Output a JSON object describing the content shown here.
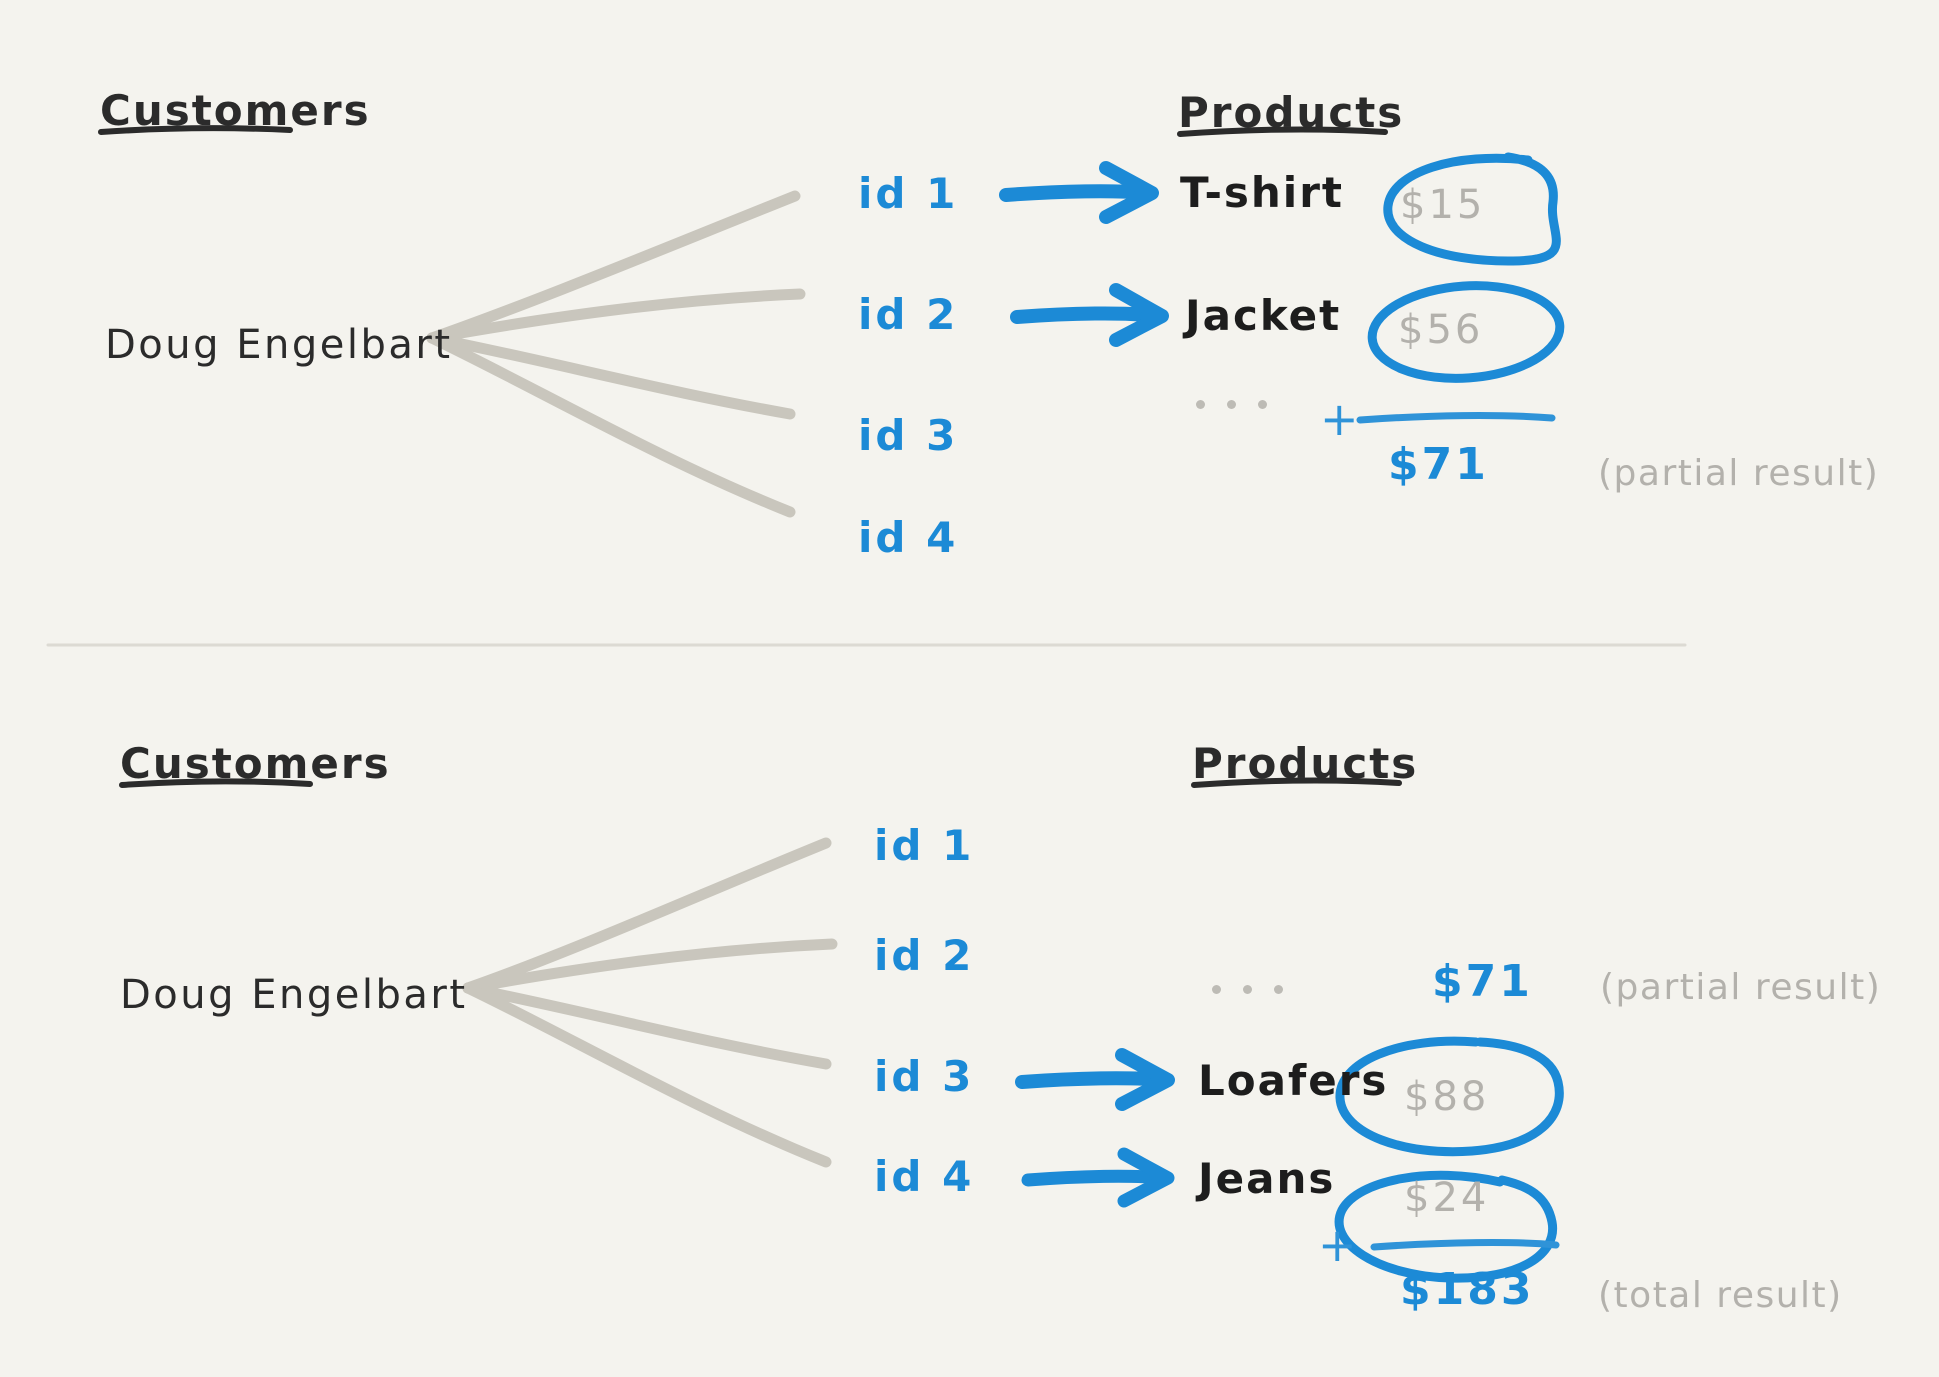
{
  "page": {
    "background_color": "#f4f3ee",
    "ink_color": "#2b2b2b",
    "accent_color": "#1c8ad6",
    "muted_color": "#b3b1ac",
    "line_color": "#c9c6bd"
  },
  "sections": [
    {
      "id": "top",
      "customers_heading": "Customers",
      "products_heading": "Products",
      "customer_name": "Doug Engelbart",
      "ids": [
        "id 1",
        "id 2",
        "id 3",
        "id 4"
      ],
      "rows": [
        {
          "id": "id 1",
          "has_arrow": true,
          "product": "T-shirt",
          "price": "$15",
          "circled": true
        },
        {
          "id": "id 2",
          "has_arrow": true,
          "product": "Jacket",
          "price": "$56",
          "circled": true
        },
        {
          "id": "id 3",
          "has_arrow": false,
          "product": "",
          "price": "",
          "circled": false
        },
        {
          "id": "id 4",
          "has_arrow": false,
          "product": "",
          "price": "",
          "circled": false
        }
      ],
      "ellipsis": "...",
      "plus_sign": "+",
      "sum_value": "$71",
      "sum_annotation": "(partial result)"
    },
    {
      "id": "bottom",
      "customers_heading": "Customers",
      "products_heading": "Products",
      "customer_name": "Doug Engelbart",
      "ids": [
        "id 1",
        "id 2",
        "id 3",
        "id 4"
      ],
      "rows": [
        {
          "id": "id 1",
          "has_arrow": false,
          "product": "",
          "price": "",
          "circled": false
        },
        {
          "id": "id 2",
          "has_arrow": false,
          "product": "",
          "price": "",
          "circled": false
        },
        {
          "id": "id 3",
          "has_arrow": true,
          "product": "Loafers",
          "price": "$88",
          "circled": true
        },
        {
          "id": "id 4",
          "has_arrow": true,
          "product": "Jeans",
          "price": "$24",
          "circled": true
        }
      ],
      "ellipsis": "...",
      "carried_value": "$71",
      "carried_annotation": "(partial result)",
      "plus_sign": "+",
      "sum_value": "$183",
      "sum_annotation": "(total result)"
    }
  ]
}
